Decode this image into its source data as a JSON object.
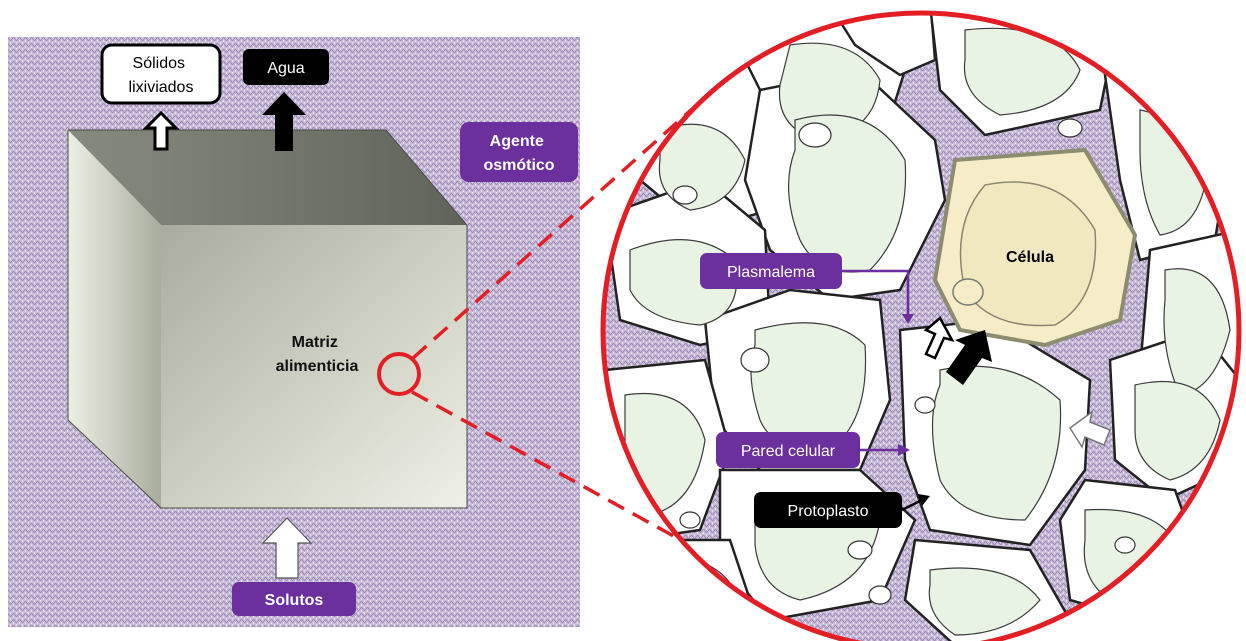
{
  "labels": {
    "leached_solids_line1": "Sólidos",
    "leached_solids_line2": "lixiviados",
    "water": "Agua",
    "osmotic_agent_line1": "Agente",
    "osmotic_agent_line2": "osmótico",
    "food_matrix_line1": "Matriz",
    "food_matrix_line2": "alimenticia",
    "solutes": "Solutos",
    "plasmalemma": "Plasmalema",
    "cell_wall": "Pared celular",
    "protoplast": "Protoplasto",
    "cell": "Célula"
  },
  "colors": {
    "purple_label": "#6b2f9e",
    "black_label": "#000000",
    "zoom_red": "#e31e24",
    "medium_purple": "#b8a6cc",
    "cell_fill": "#eaf3e4",
    "highlight_cell": "#f7eec9"
  }
}
